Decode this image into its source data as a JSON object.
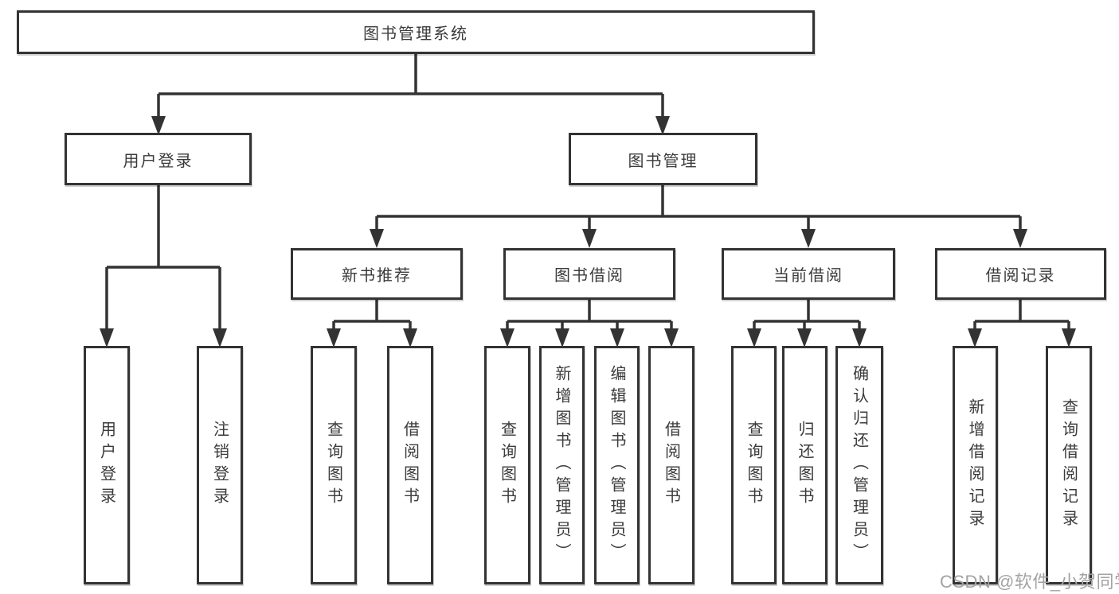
{
  "diagram": {
    "root": "图书管理系统",
    "level2": [
      "用户登录",
      "图书管理"
    ],
    "level3": [
      "新书推荐",
      "图书借阅",
      "当前借阅",
      "借阅记录"
    ],
    "leaves": {
      "user_login": [
        "用户登录",
        "注销登录"
      ],
      "new_book_recommend": [
        "查询图书",
        "借阅图书"
      ],
      "book_borrow": [
        "查询图书",
        "新增图书（管理员）",
        "编辑图书（管理员）",
        "借阅图书"
      ],
      "current_borrow": [
        "查询图书",
        "归还图书",
        "确认归还（管理员）"
      ],
      "borrow_record": [
        "新增借阅记录",
        "查询借阅记录"
      ]
    }
  },
  "watermark": "CSDN @软件_小贺同学",
  "colors": {
    "line": "#333333",
    "box_border": "#333333",
    "text": "#3b3b3b",
    "watermark": "#a3a3a3",
    "background": "#ffffff"
  }
}
